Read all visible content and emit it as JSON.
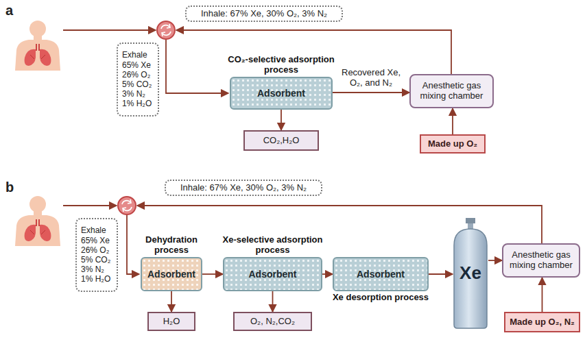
{
  "diagram": {
    "nodes": [
      {
        "text": [
          "Inhale: 67% Xe, 30% O₂, 3% N₂"
        ]
      },
      {
        "text": [
          "Exhale",
          "65% Xe",
          "26% O₂",
          "5% CO₂",
          "3% N₂",
          "1% H₂O"
        ]
      },
      {
        "text": [
          "CO₂-selective adsorption process",
          "Adsorbent"
        ]
      },
      {
        "text": [
          "CO₂,H₂O"
        ]
      },
      {
        "text": [
          "Anesthetic gas mixing chamber"
        ]
      },
      {
        "text": [
          "Made up O₂"
        ]
      },
      {
        "text": [
          "Inhale: 67% Xe, 30% O₂, 3% N₂"
        ]
      },
      {
        "text": [
          "Exhale",
          "65% Xe",
          "26% O₂",
          "5% CO₂",
          "3% N₂",
          "1% H₂O"
        ]
      },
      {
        "text": [
          "Dehydration process",
          "Adsorbent"
        ]
      },
      {
        "text": [
          "Xe-selective adsorption process",
          "Adsorbent"
        ]
      },
      {
        "text": [
          "Adsorbent",
          "Xe desorption process"
        ]
      },
      {
        "text": [
          "H₂O"
        ]
      },
      {
        "text": [
          "O₂, N₂,CO₂"
        ]
      },
      {
        "text": [
          "Xe"
        ]
      },
      {
        "text": [
          "Anesthetic gas mixing chamber"
        ]
      },
      {
        "text": [
          "Made up O₂, N₂"
        ]
      }
    ],
    "edges": [
      {
        "from": 2,
        "to": 3,
        "arrow": "to"
      },
      {
        "from": 2,
        "to": 4,
        "label": "Recovered Xe, O₂, and N₂",
        "arrow": "to"
      },
      {
        "from": 5,
        "to": 4,
        "arrow": "to"
      },
      {
        "from": 8,
        "to": 11,
        "arrow": "to"
      },
      {
        "from": 8,
        "to": 9,
        "arrow": "to"
      },
      {
        "from": 9,
        "to": 12,
        "arrow": "to"
      },
      {
        "from": 9,
        "to": 10,
        "arrow": "to"
      },
      {
        "from": 10,
        "to": 13,
        "arrow": "to"
      },
      {
        "from": 13,
        "to": 14,
        "arrow": "to"
      },
      {
        "from": 15,
        "to": 14,
        "arrow": "to"
      }
    ],
    "labels": [
      "a",
      "b"
    ]
  }
}
